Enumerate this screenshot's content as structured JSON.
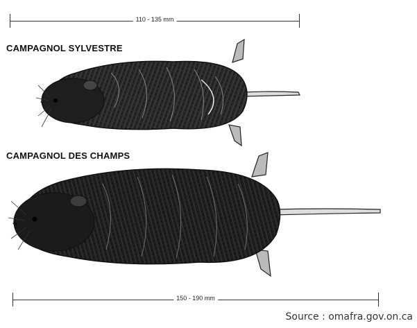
{
  "top_dimension": {
    "label": "110 - 135 mm"
  },
  "species": [
    {
      "label": "CAMPAGNOL SYLVESTRE"
    },
    {
      "label": "CAMPAGNOL DES CHAMPS"
    }
  ],
  "bottom_dimension": {
    "label": "150 - 190 mm"
  },
  "source": {
    "caption": "Source : omafra.gov.on.ca"
  },
  "colors": {
    "fur_dark": "#1a1a1a",
    "fur_mid": "#3a3a3a",
    "highlight": "#ffffff"
  }
}
